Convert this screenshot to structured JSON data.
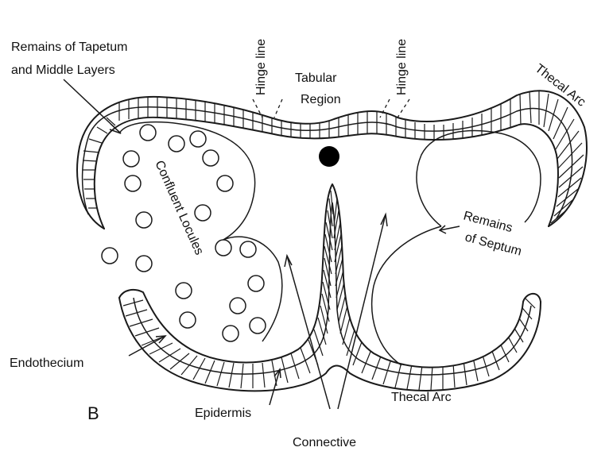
{
  "labels": {
    "remains_tapetum_1": "Remains of Tapetum",
    "remains_tapetum_2": "and Middle Layers",
    "hinge_line_left": "Hinge line",
    "hinge_line_right": "Hinge line",
    "tabular_1": "Tabular",
    "tabular_2": "Region",
    "thecal_arc_top": "Thecal Arc",
    "confluent_locules": "Confluent Locules",
    "remains_septum_1": "Remains",
    "remains_septum_2": "of Septum",
    "endothecium": "Endothecium",
    "epidermis": "Epidermis",
    "thecal_arc_bottom": "Thecal Arc",
    "connective": "Connective",
    "panel_letter": "B"
  }
}
